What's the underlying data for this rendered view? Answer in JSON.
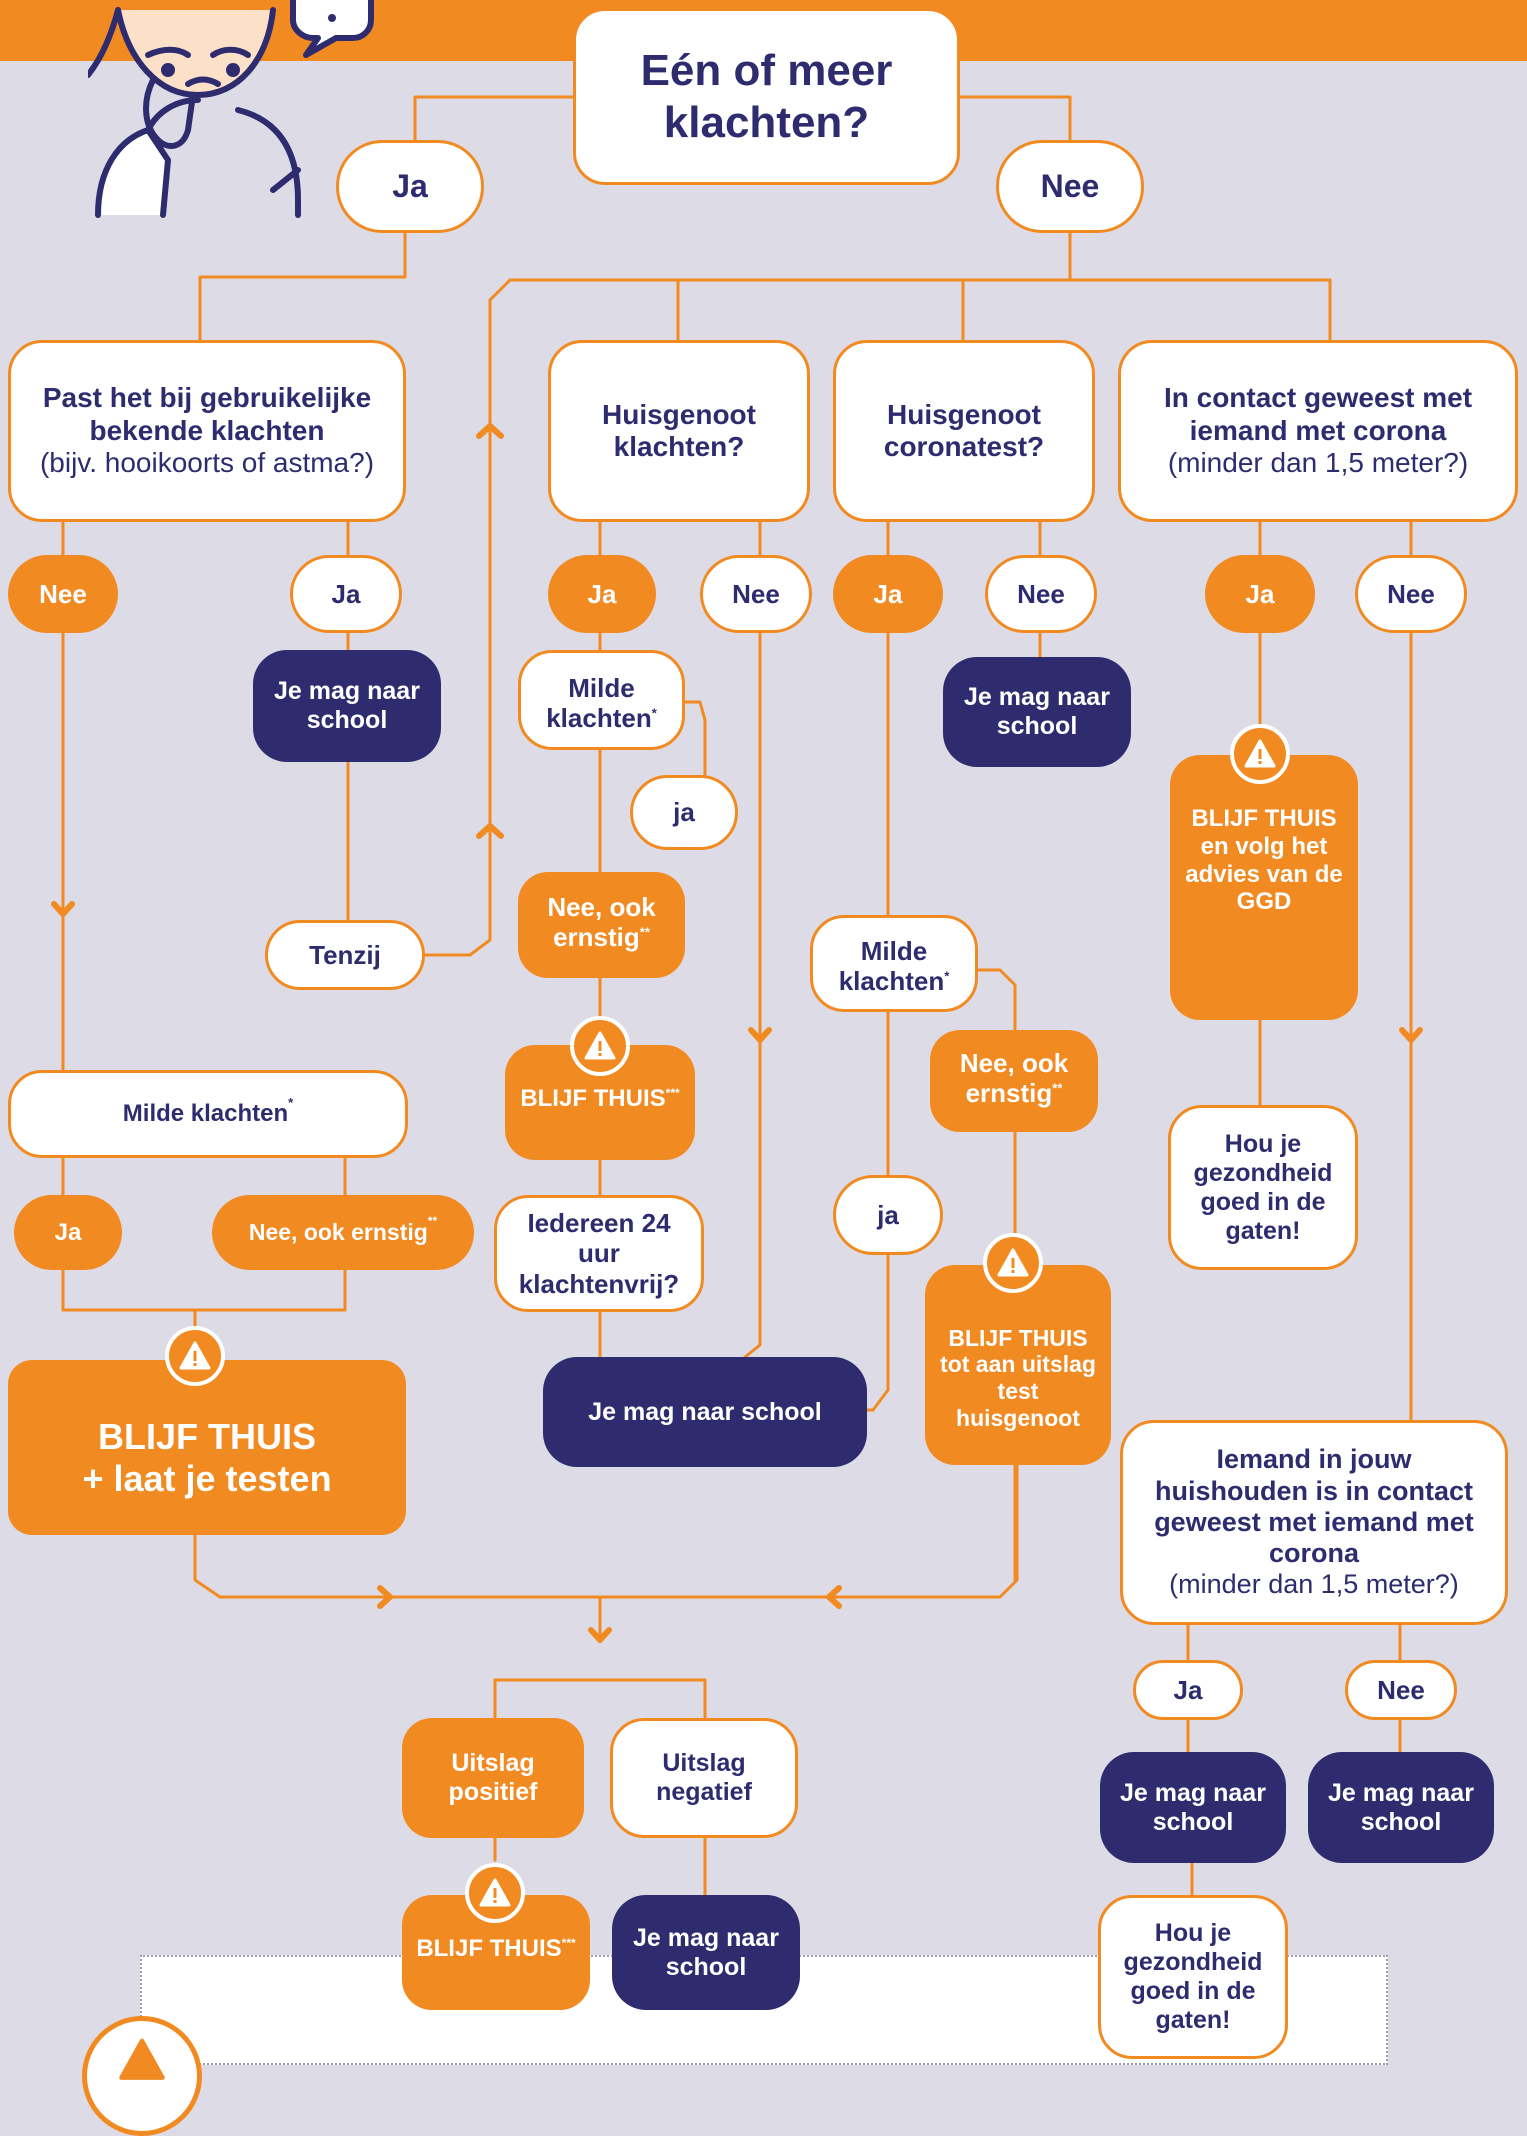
{
  "colors": {
    "orange": "#f28a22",
    "navy": "#2e2c6e",
    "background": "#dddce6",
    "white": "#ffffff"
  },
  "top": {
    "question": "Eén of meer klachten?",
    "yes": "Ja",
    "no": "Nee"
  },
  "left": {
    "q_title": "Past het bij gebruikelijke bekende klachten",
    "q_sub": "(bijv. hooikoorts of astma?)",
    "no": "Nee",
    "yes": "Ja",
    "school": "Je mag naar school",
    "tenzij": "Tenzij",
    "mild": "Milde klachten",
    "mild_star": "*",
    "mild_yes": "Ja",
    "mild_no": "Nee, ook ernstig",
    "mild_no_star": "**",
    "stay_line1": "BLIJF THUIS",
    "stay_line2": "+ laat je testen"
  },
  "col2": {
    "q": "Huisgenoot klachten?",
    "yes": "Ja",
    "no": "Nee",
    "mild": "Milde klachten",
    "mild_star": "*",
    "ja": "ja",
    "severe": "Nee, ook ernstig",
    "severe_star": "**",
    "stay": "BLIJF THUIS",
    "stay_star": "***",
    "everyone": "Iedereen 24 uur klachtenvrij?",
    "school": "Je mag naar school"
  },
  "col3": {
    "q": "Huisgenoot coronatest?",
    "yes": "Ja",
    "no": "Nee",
    "school": "Je mag naar school",
    "mild": "Milde klachten",
    "mild_star": "*",
    "severe": "Nee, ook ernstig",
    "severe_star": "**",
    "ja": "ja",
    "stay": "BLIJF THUIS tot aan uitslag test huisgenoot"
  },
  "col4": {
    "q_title": "In contact geweest met iemand met corona",
    "q_sub": "(minder dan 1,5 meter?)",
    "yes": "Ja",
    "no": "Nee",
    "stay_title": "BLIJF THUIS",
    "stay_rest": "en volg het advies van de GGD",
    "health": "Hou je gezondheid goed in de gaten!",
    "household_title": "Iemand in jouw huishouden is in contact geweest met iemand met corona",
    "household_sub": "(minder dan 1,5 meter?)",
    "h_yes": "Ja",
    "h_no": "Nee",
    "school_a": "Je mag naar school",
    "school_b": "Je mag naar school",
    "health2": "Hou je gezondheid goed in de gaten!"
  },
  "results": {
    "positive": "Uitslag positief",
    "negative": "Uitslag negatief",
    "stay": "BLIJF THUIS",
    "stay_star": "***",
    "school": "Je mag naar school"
  },
  "icons": [
    "thinking-person-icon",
    "speech-bubble-icon",
    "warning-icon",
    "chevron-down-icon",
    "chevron-up-icon",
    "chevron-right-icon",
    "chevron-left-icon"
  ]
}
